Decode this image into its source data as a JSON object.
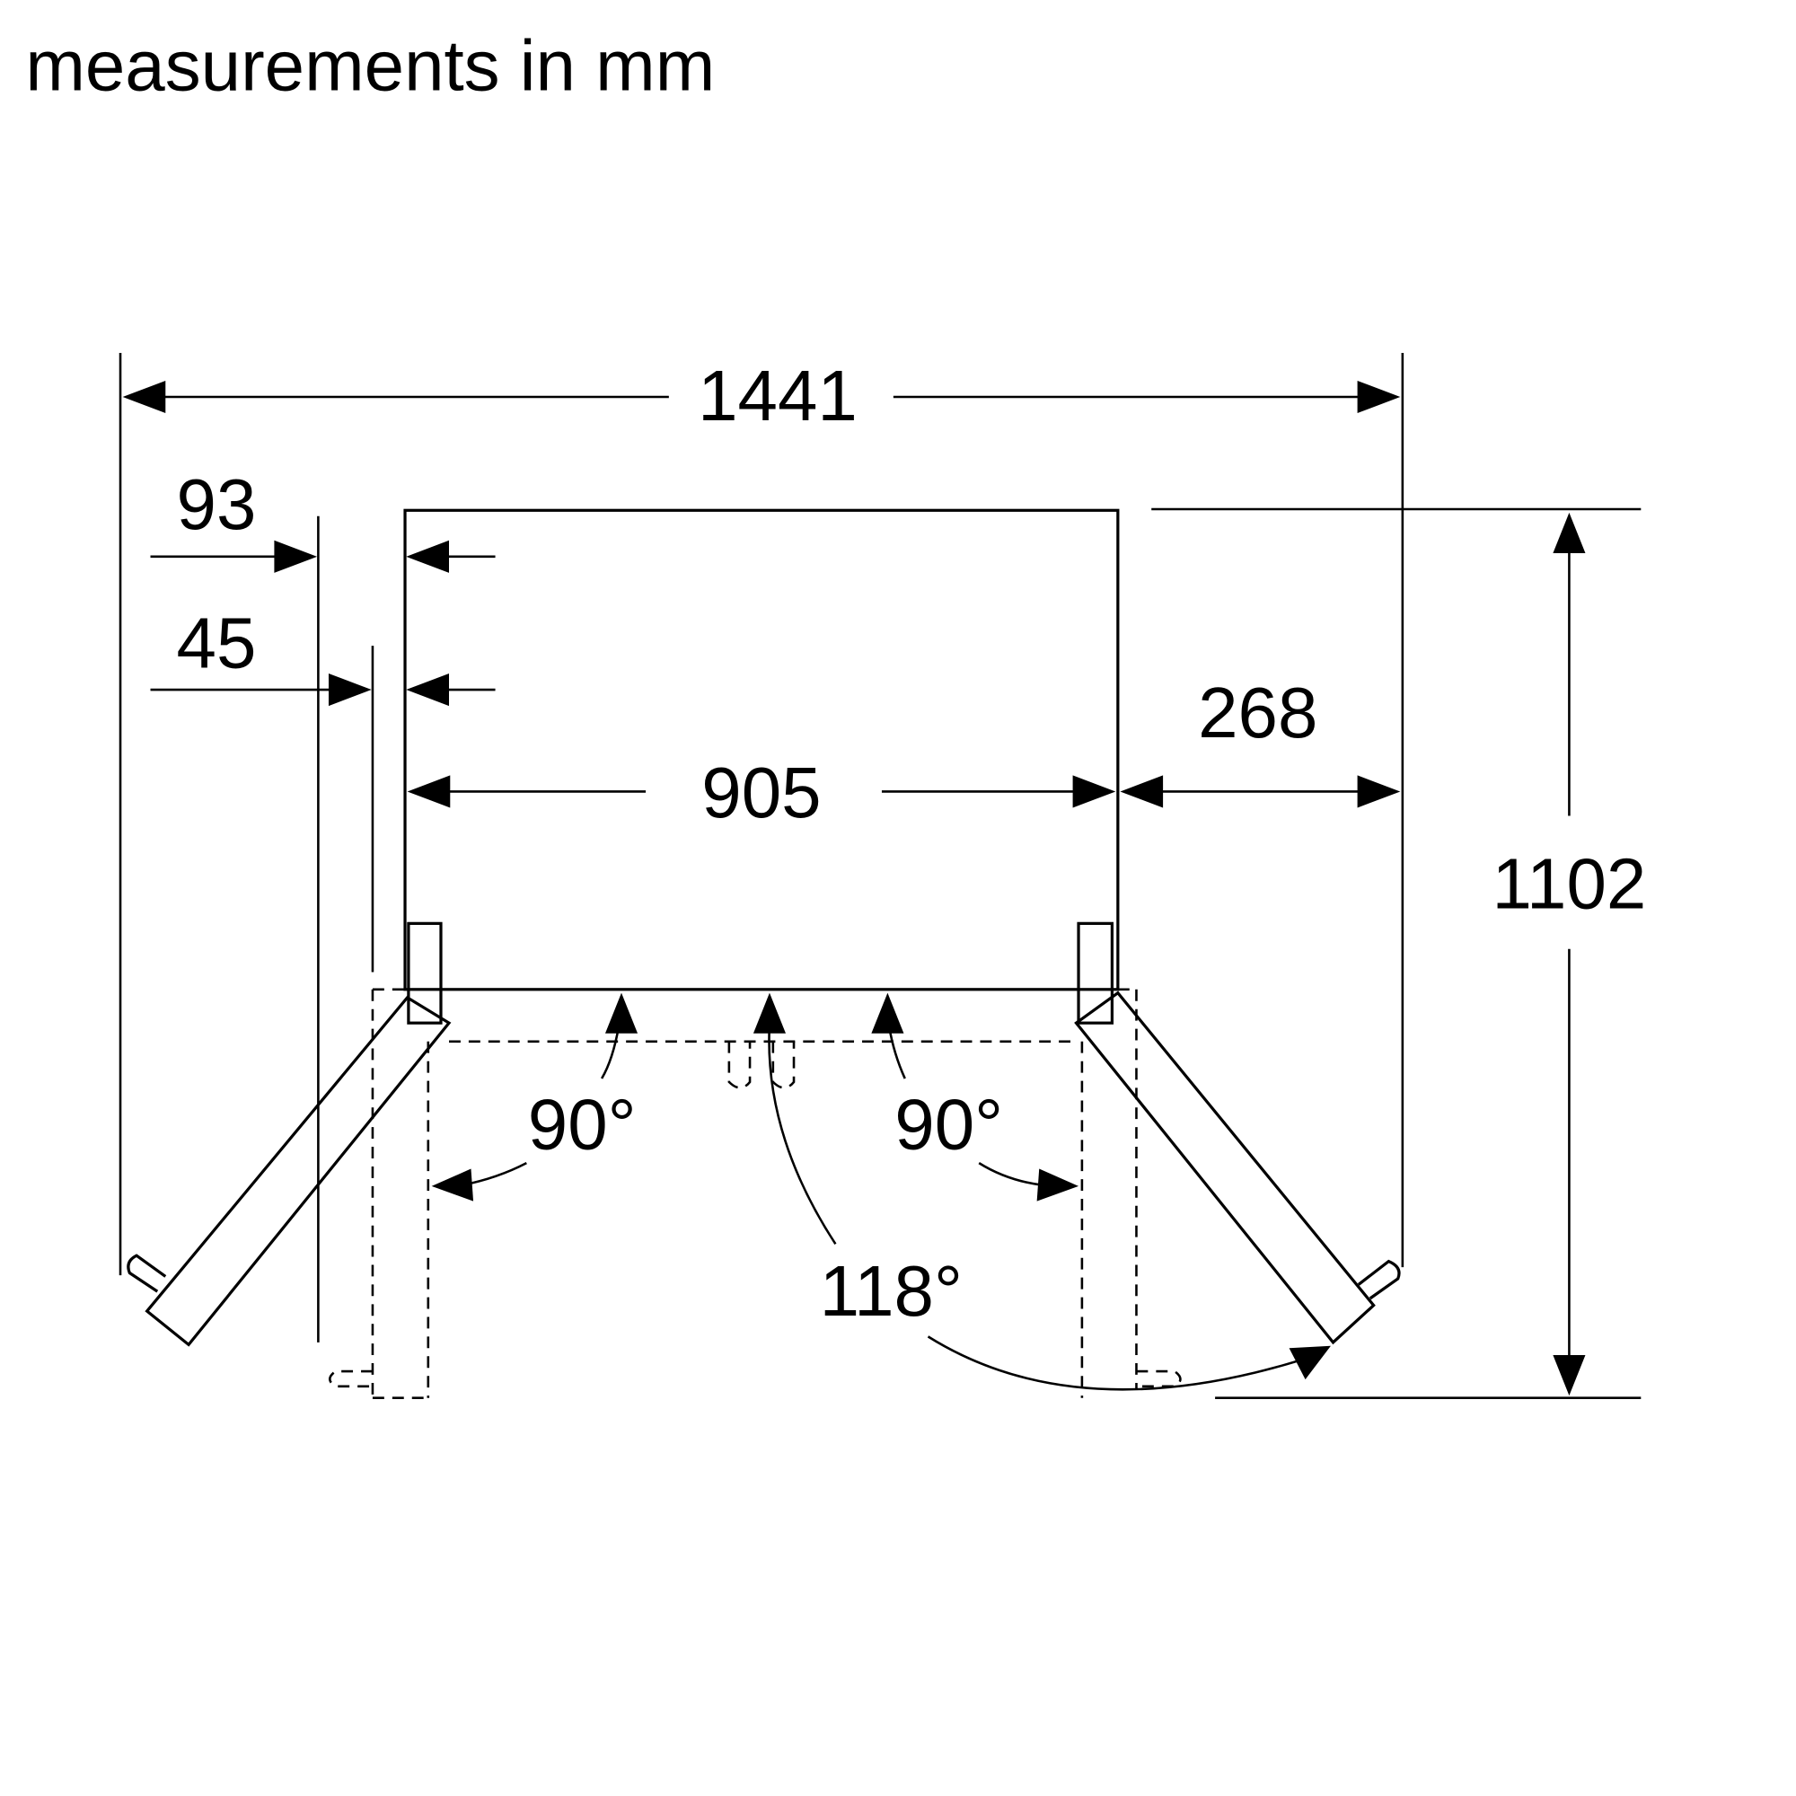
{
  "title": "measurements in mm",
  "dimensions": {
    "total_width": "1441",
    "offset_93": "93",
    "offset_45": "45",
    "body_width": "905",
    "side_clearance": "268",
    "depth": "1102"
  },
  "angles": {
    "left_door": "90°",
    "right_door": "90°",
    "max_opening": "118°"
  },
  "colors": {
    "line": "#000000",
    "background": "#ffffff"
  }
}
